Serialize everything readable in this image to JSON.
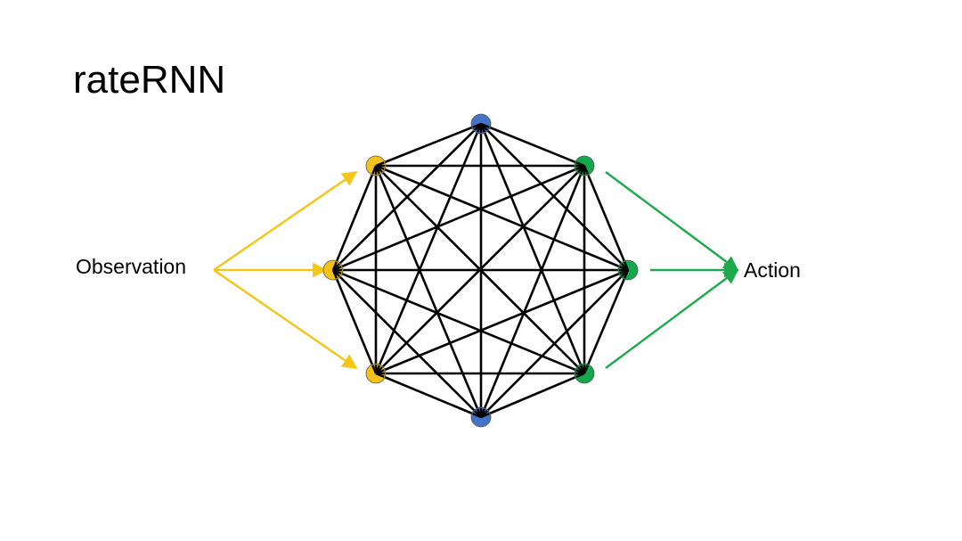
{
  "title": "rateRNN",
  "labels": {
    "input": "Observation",
    "output": "Action"
  },
  "colors": {
    "input": "#F2C21B",
    "hidden": "#4472C4",
    "output": "#13A84B",
    "connection": "#000000",
    "input_arrow": "#F5C518",
    "output_arrow": "#1DAA4C"
  },
  "network": {
    "nodes": [
      {
        "id": "top",
        "group": "hidden"
      },
      {
        "id": "top-right",
        "group": "output"
      },
      {
        "id": "right",
        "group": "output"
      },
      {
        "id": "bottom-right",
        "group": "output"
      },
      {
        "id": "bottom",
        "group": "hidden"
      },
      {
        "id": "bottom-left",
        "group": "input"
      },
      {
        "id": "left",
        "group": "input"
      },
      {
        "id": "top-left",
        "group": "input"
      }
    ],
    "connectivity": "all-to-all"
  }
}
